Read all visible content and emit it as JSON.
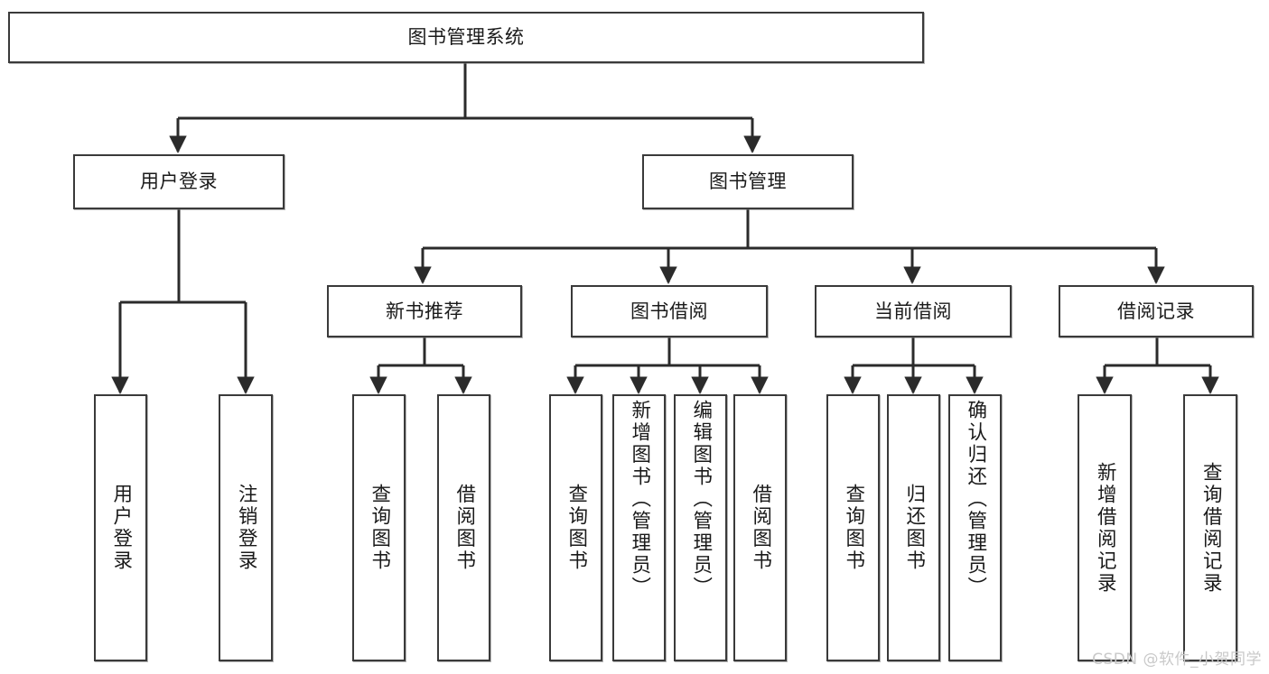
{
  "diagram": {
    "type": "tree",
    "title": "图书管理系统",
    "watermark": "CSDN @软件_小贺同学",
    "colors": {
      "box_border": "#3a3a3a",
      "box_fill": "#ffffff",
      "edge": "#2b2b2b",
      "text": "#1a1a1a",
      "watermark": "#c9c9c9",
      "background": "#ffffff"
    },
    "levels": {
      "level0": [
        "图书管理系统"
      ],
      "level1": [
        "用户登录",
        "图书管理"
      ],
      "level2": [
        "新书推荐",
        "图书借阅",
        "当前借阅",
        "借阅记录"
      ],
      "level3": [
        "用户登录",
        "注销登录",
        "查询图书",
        "借阅图书",
        "查询图书",
        "新增图书（管理员）",
        "编辑图书（管理员）",
        "借阅图书",
        "查询图书",
        "归还图书",
        "确认归还（管理员）",
        "新增借阅记录",
        "查询借阅记录"
      ]
    },
    "nodes": {
      "root": {
        "label": "图书管理系统",
        "orientation": "horizontal"
      },
      "user_login": {
        "label": "用户登录",
        "orientation": "horizontal"
      },
      "book_manage": {
        "label": "图书管理",
        "orientation": "horizontal"
      },
      "new_book_rec": {
        "label": "新书推荐",
        "orientation": "horizontal"
      },
      "book_borrow": {
        "label": "图书借阅",
        "orientation": "horizontal"
      },
      "current_borrow": {
        "label": "当前借阅",
        "orientation": "horizontal"
      },
      "borrow_record": {
        "label": "借阅记录",
        "orientation": "horizontal"
      },
      "leaf_user_login": {
        "label": "用户登录",
        "orientation": "vertical"
      },
      "leaf_logout": {
        "label": "注销登录",
        "orientation": "vertical"
      },
      "leaf_query_book_1": {
        "label": "查询图书",
        "orientation": "vertical"
      },
      "leaf_borrow_book_1": {
        "label": "借阅图书",
        "orientation": "vertical"
      },
      "leaf_query_book_2": {
        "label": "查询图书",
        "orientation": "vertical"
      },
      "leaf_add_book": {
        "label": "新增图书（管理员）",
        "orientation": "vertical"
      },
      "leaf_edit_book": {
        "label": "编辑图书（管理员）",
        "orientation": "vertical"
      },
      "leaf_borrow_book_2": {
        "label": "借阅图书",
        "orientation": "vertical"
      },
      "leaf_query_book_3": {
        "label": "查询图书",
        "orientation": "vertical"
      },
      "leaf_return_book": {
        "label": "归还图书",
        "orientation": "vertical"
      },
      "leaf_confirm_return": {
        "label": "确认归还（管理员）",
        "orientation": "vertical"
      },
      "leaf_add_record": {
        "label": "新增借阅记录",
        "orientation": "vertical"
      },
      "leaf_query_record": {
        "label": "查询借阅记录",
        "orientation": "vertical"
      }
    },
    "edges": [
      {
        "from": "root",
        "to": "user_login"
      },
      {
        "from": "root",
        "to": "book_manage"
      },
      {
        "from": "book_manage",
        "to": "new_book_rec"
      },
      {
        "from": "book_manage",
        "to": "book_borrow"
      },
      {
        "from": "book_manage",
        "to": "current_borrow"
      },
      {
        "from": "book_manage",
        "to": "borrow_record"
      },
      {
        "from": "user_login",
        "to": "leaf_user_login"
      },
      {
        "from": "user_login",
        "to": "leaf_logout"
      },
      {
        "from": "new_book_rec",
        "to": "leaf_query_book_1"
      },
      {
        "from": "new_book_rec",
        "to": "leaf_borrow_book_1"
      },
      {
        "from": "book_borrow",
        "to": "leaf_query_book_2"
      },
      {
        "from": "book_borrow",
        "to": "leaf_add_book"
      },
      {
        "from": "book_borrow",
        "to": "leaf_edit_book"
      },
      {
        "from": "book_borrow",
        "to": "leaf_borrow_book_2"
      },
      {
        "from": "current_borrow",
        "to": "leaf_query_book_3"
      },
      {
        "from": "current_borrow",
        "to": "leaf_return_book"
      },
      {
        "from": "current_borrow",
        "to": "leaf_confirm_return"
      },
      {
        "from": "borrow_record",
        "to": "leaf_add_record"
      },
      {
        "from": "borrow_record",
        "to": "leaf_query_record"
      }
    ]
  }
}
